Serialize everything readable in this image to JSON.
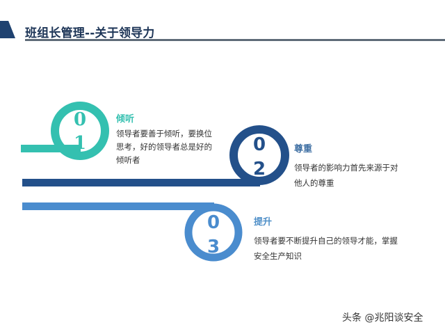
{
  "header": {
    "title": "班组长管理--关于领导力"
  },
  "colors": {
    "header_accent": "#1f4270",
    "item1": "#34c0b0",
    "item2": "#23508a",
    "item3": "#4a8cce"
  },
  "items": [
    {
      "number_top": "0",
      "number_bottom": "1",
      "title": "倾听",
      "desc_lines": [
        "领导者要善于倾听，要换位",
        "思考，好的领导者总是好的",
        "倾听者"
      ]
    },
    {
      "number_top": "0",
      "number_bottom": "2",
      "title": "尊重",
      "desc_lines": [
        "领导者的影响力首先来源于对",
        "他人的尊重"
      ]
    },
    {
      "number_top": "0",
      "number_bottom": "3",
      "title": "提升",
      "desc_lines": [
        "领导者要不断提升自己的领导才能，掌握",
        "安全生产知识"
      ]
    }
  ],
  "watermark": "头条 @兆阳谈安全"
}
